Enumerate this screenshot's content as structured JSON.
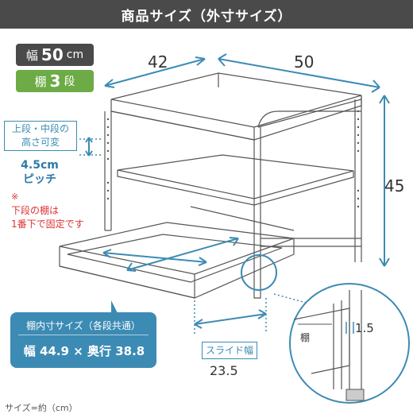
{
  "header": {
    "title": "商品サイズ（外寸サイズ）"
  },
  "badges": {
    "width": {
      "key": "幅",
      "value": "50",
      "unit": "cm"
    },
    "shelves": {
      "key": "棚",
      "value": "3",
      "unit": "段"
    }
  },
  "dimensions": {
    "depth": "42",
    "width": "50",
    "height": "45"
  },
  "adjust_note": {
    "line1": "上段・中段の",
    "line2": "高さ可変"
  },
  "pitch": {
    "value": "4.5cm",
    "label": "ピッチ"
  },
  "warning": {
    "mark": "※",
    "line1": "下段の棚は",
    "line2": "1番下で固定です"
  },
  "inner_size": {
    "title": "棚内寸サイズ（各段共通）",
    "value": "幅 44.9 × 奥行 38.8"
  },
  "slide": {
    "label": "スライド幅",
    "value": "23.5"
  },
  "detail": {
    "label": "棚",
    "dim": "1.5"
  },
  "footnote": "サイズ=約（cm）",
  "colors": {
    "accent": "#3c8bb4",
    "dark": "#4a4a4a",
    "green": "#6cab45",
    "warning": "#dd3333"
  }
}
